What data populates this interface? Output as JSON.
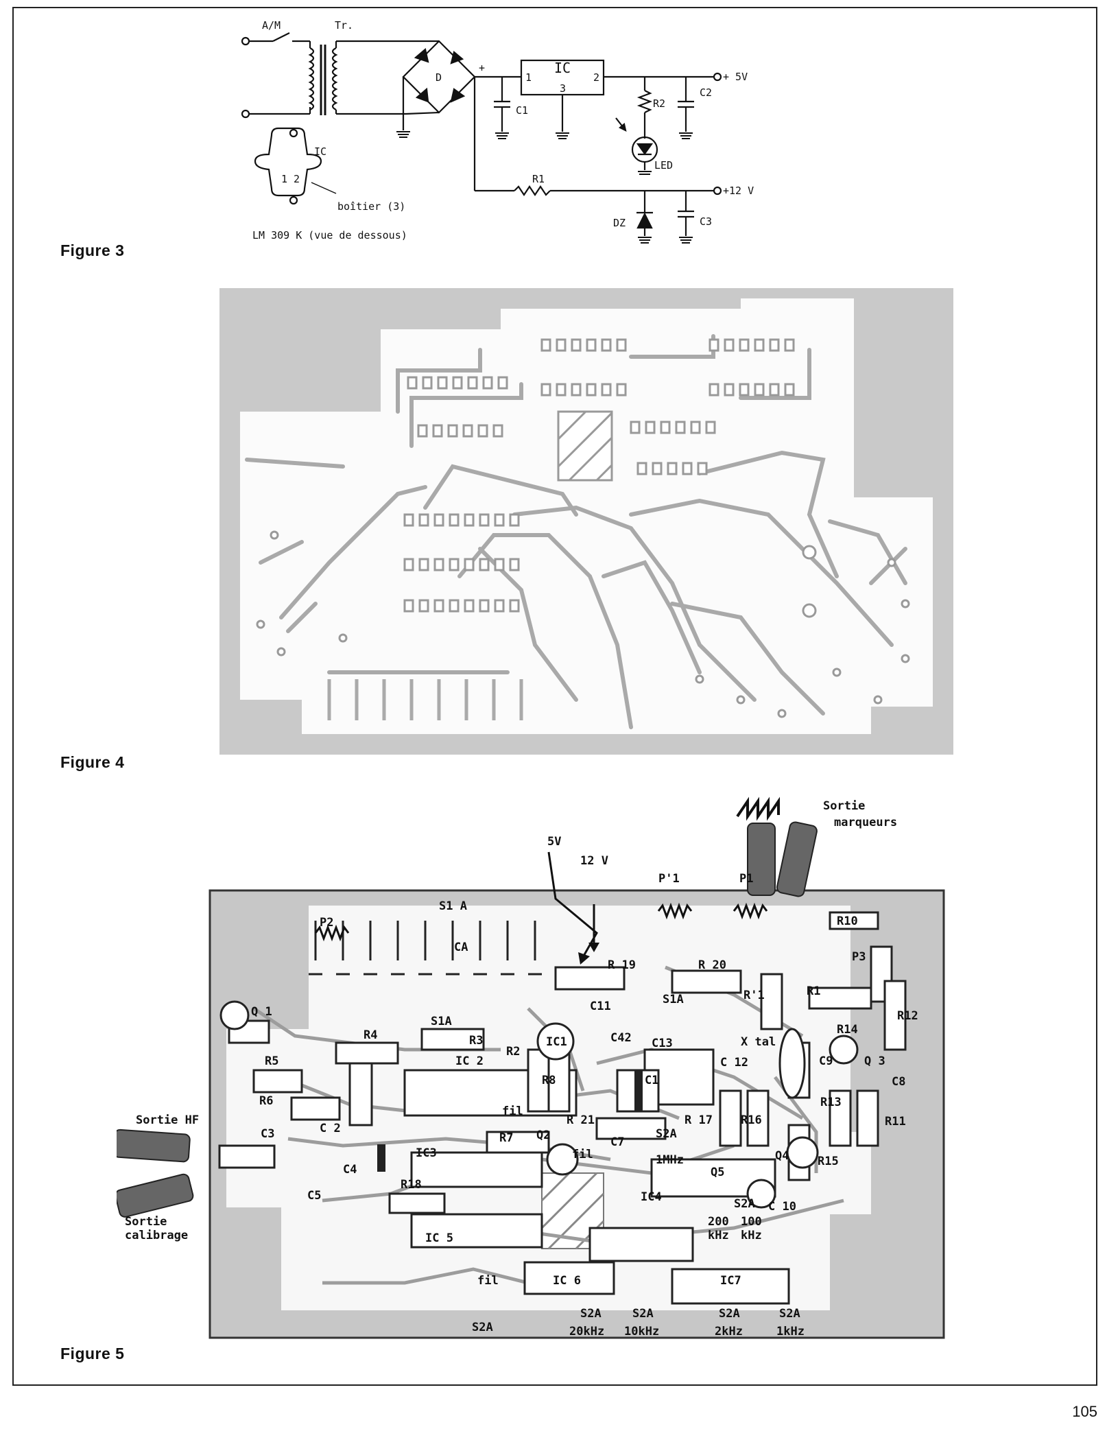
{
  "figures": {
    "fig3": {
      "label": "Figure 3"
    },
    "fig4": {
      "label": "Figure 4"
    },
    "fig5": {
      "label": "Figure 5"
    }
  },
  "schematic": {
    "switch": "A/M",
    "transformer": "Tr.",
    "diode_bridge": "D",
    "plus": "+",
    "ic": "IC",
    "pin1": "1",
    "pin2": "2",
    "pin3": "3",
    "c1": "C1",
    "c2": "C2",
    "c3": "C3",
    "r1": "R1",
    "r2": "R2",
    "led": "LED",
    "dz": "DZ",
    "out5": "+ 5V",
    "out12": "+12 V",
    "pkg_ic": "IC",
    "pkg_pins": "1  2",
    "pkg_case": "boîtier (3)",
    "pkg_caption": "LM 309 K (vue de dessous)"
  },
  "layout": {
    "s1a_top": "S1 A",
    "ca": "CA",
    "p2": "P2",
    "q1": "Q 1",
    "r4": "R4",
    "s1a_2": "S1A",
    "r3": "R3",
    "r5": "R5",
    "r6": "R6",
    "c2": "C 2",
    "c3": "C3",
    "c4": "C4",
    "c5": "C5",
    "sortie_hf": "Sortie HF",
    "sortie_calibrage_1": "Sortie",
    "sortie_calibrage_2": "calibrage",
    "ic2": "IC 2",
    "r2": "R2",
    "r8": "R8",
    "fil_1": "fil",
    "r7": "R7",
    "ic3": "IC3",
    "q2": "Q2",
    "r18": "R18",
    "ic5": "IC 5",
    "fil_2": "fil",
    "fil_3": "fil",
    "s2a_bottom": "S2A",
    "ic1": "IC1",
    "c42": "C42",
    "c13": "C13",
    "c11": "C11",
    "s1a_3": "S1A",
    "r19": "R 19",
    "r20": "R 20",
    "c1": "C1",
    "r21": "R 21",
    "c7": "C7",
    "s2a_1mhz": "S2A",
    "mhz1": "1MHz",
    "v5": "5V",
    "v12": "12 V",
    "p1prime": "P'1",
    "p1": "P1",
    "sortie_marqueurs_1": "Sortie",
    "sortie_marqueurs_2": "marqueurs",
    "r10": "R10",
    "p3": "P3",
    "r1prime": "R'1",
    "r1": "R1",
    "r12": "R12",
    "r14": "R14",
    "xtal": "X tal",
    "c12": "C 12",
    "c9": "C9",
    "q3": "Q 3",
    "c8": "C8",
    "r13": "R13",
    "r11": "R11",
    "r17": "R 17",
    "r16": "R16",
    "q4": "Q4",
    "r15": "R15",
    "q5": "Q5",
    "ic4": "IC4",
    "s2a_mid": "S2A",
    "c10": "C 10",
    "k200": "200",
    "k100": "100",
    "khz_a": "kHz",
    "khz_b": "kHz",
    "ic6": "IC 6",
    "ic7": "IC7",
    "s2a_20": "S2A",
    "s2a_10": "S2A",
    "s2a_2": "S2A",
    "s2a_1": "S2A",
    "f20": "20kHz",
    "f10": "10kHz",
    "f2": "2kHz",
    "f1": "1kHz"
  },
  "page_number": "105"
}
